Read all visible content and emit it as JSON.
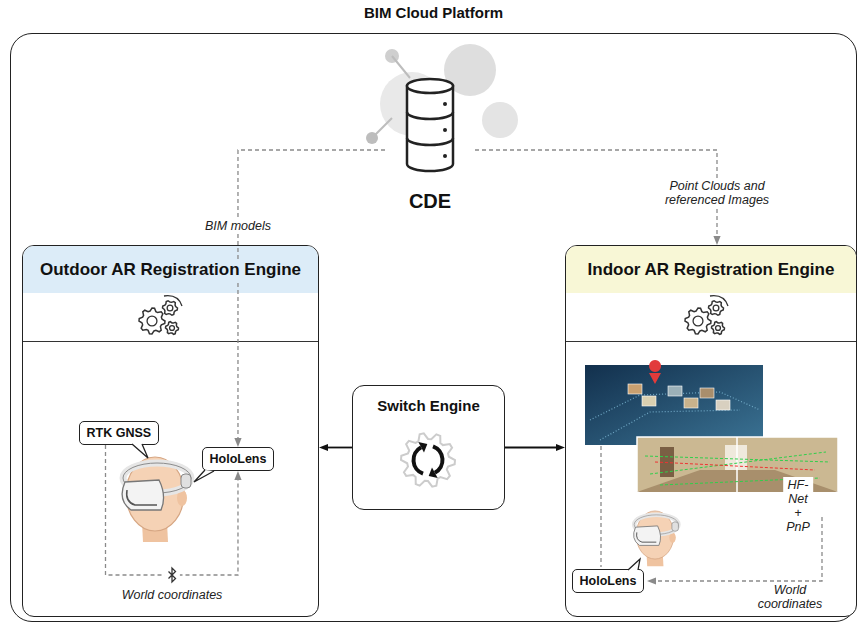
{
  "diagram": {
    "nodes": [
      {
        "text": [
          "BIM Cloud Platform"
        ]
      },
      {
        "text": [
          "CDE"
        ],
        "in": 0
      },
      {
        "text": [
          "Outdoor AR Registration Engine"
        ],
        "in": 0
      },
      {
        "text": [
          "Indoor AR Registration Engine"
        ],
        "in": 0
      },
      {
        "text": [
          "Switch Engine"
        ],
        "in": 0
      },
      {
        "text": [
          "RTK GNSS"
        ],
        "in": 2
      },
      {
        "text": [
          "HoloLens"
        ],
        "in": 2
      },
      {
        "text": [
          "HoloLens"
        ],
        "in": 3
      }
    ],
    "edges": [
      {
        "from": 1,
        "to": 6,
        "label": "BIM models",
        "arrow": "to"
      },
      {
        "from": 1,
        "to": 3,
        "label": "Point Clouds and referenced Images",
        "arrow": "to"
      },
      {
        "from": 4,
        "to": 2,
        "arrow": "to"
      },
      {
        "from": 4,
        "to": 3,
        "arrow": "to"
      },
      {
        "from": 5,
        "to": 6,
        "label": "World coordinates",
        "arrow": "to"
      }
    ],
    "labels": [
      "HF-Net + PnP",
      "World coordinates"
    ]
  }
}
